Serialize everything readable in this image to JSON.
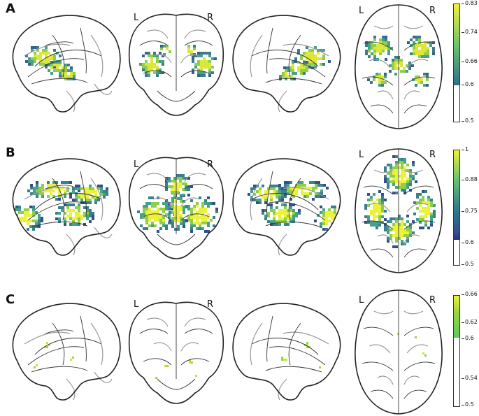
{
  "panels": [
    {
      "letter": "A",
      "views": [
        "sagittal-left",
        "coronal",
        "sagittal-right",
        "axial"
      ],
      "hemisphere_labels": {
        "left": "L",
        "right": "R"
      },
      "colorbar": {
        "ticks": [
          "0.83",
          "0.74",
          "0.66",
          "0.6",
          "0.5"
        ],
        "threshold": 0.6,
        "colors": {
          "low": "#3a5f8a",
          "mid": "#46a08a",
          "high": "#f2f23a"
        }
      }
    },
    {
      "letter": "B",
      "views": [
        "sagittal-left",
        "coronal",
        "sagittal-right",
        "axial"
      ],
      "hemisphere_labels": {
        "left": "L",
        "right": "R"
      },
      "colorbar": {
        "ticks": [
          "1",
          "0.88",
          "0.75",
          "0.6",
          "0.5"
        ],
        "threshold": 0.6,
        "colors": {
          "low": "#3a3f8a",
          "mid": "#3a7f8e",
          "high": "#eaf23a"
        }
      }
    },
    {
      "letter": "C",
      "views": [
        "sagittal-left",
        "coronal",
        "sagittal-right",
        "axial"
      ],
      "hemisphere_labels": {
        "left": "L",
        "right": "R"
      },
      "colorbar": {
        "ticks": [
          "0.66",
          "0.62",
          "0.6",
          "0.54",
          "0.5"
        ],
        "threshold": 0.6,
        "colors": {
          "low": "#5cc85c",
          "mid": "#9ad83a",
          "high": "#eaf23a"
        }
      }
    }
  ]
}
